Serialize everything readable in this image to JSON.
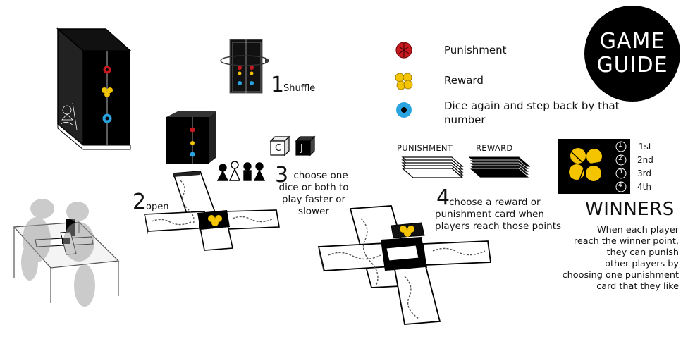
{
  "badge": {
    "line1": "GAME",
    "line2": "GUIDE"
  },
  "legend": [
    {
      "icon": "punishment-icon",
      "label": "Punishment",
      "color": "#c8191e"
    },
    {
      "icon": "reward-icon",
      "label": "Reward",
      "color": "#f5c400"
    },
    {
      "icon": "dice-again-icon",
      "label": "Dice again and step back by that number",
      "line1": "Dice again and step back by that",
      "line2": "number",
      "color": "#2aa4e0"
    }
  ],
  "steps": {
    "s1": {
      "number": "1",
      "label": "Shuffle"
    },
    "s2": {
      "number": "2",
      "label": "open"
    },
    "s3": {
      "number": "3",
      "line1": "choose one",
      "line2": "dice or both to",
      "line3": "play faster or",
      "line4": "slower"
    },
    "s4": {
      "number": "4",
      "line1": "choose a reward or",
      "line2": "punishment card when",
      "line3": "players reach those points"
    }
  },
  "cards": {
    "punishment": "PUNISHMENT",
    "reward": "REWARD"
  },
  "ranks": [
    "1st",
    "2nd",
    "3rd",
    "4th"
  ],
  "rank_numbers": [
    "1",
    "2",
    "3",
    "4"
  ],
  "winners": {
    "title": "WINNERS",
    "line1": "When each player",
    "line2": "reach the winner point,",
    "line3": "they can punish",
    "line4": "other players by",
    "line5": "choosing one  punishment",
    "line6": "card  that they like"
  },
  "dice_letters": [
    "C",
    "J"
  ]
}
